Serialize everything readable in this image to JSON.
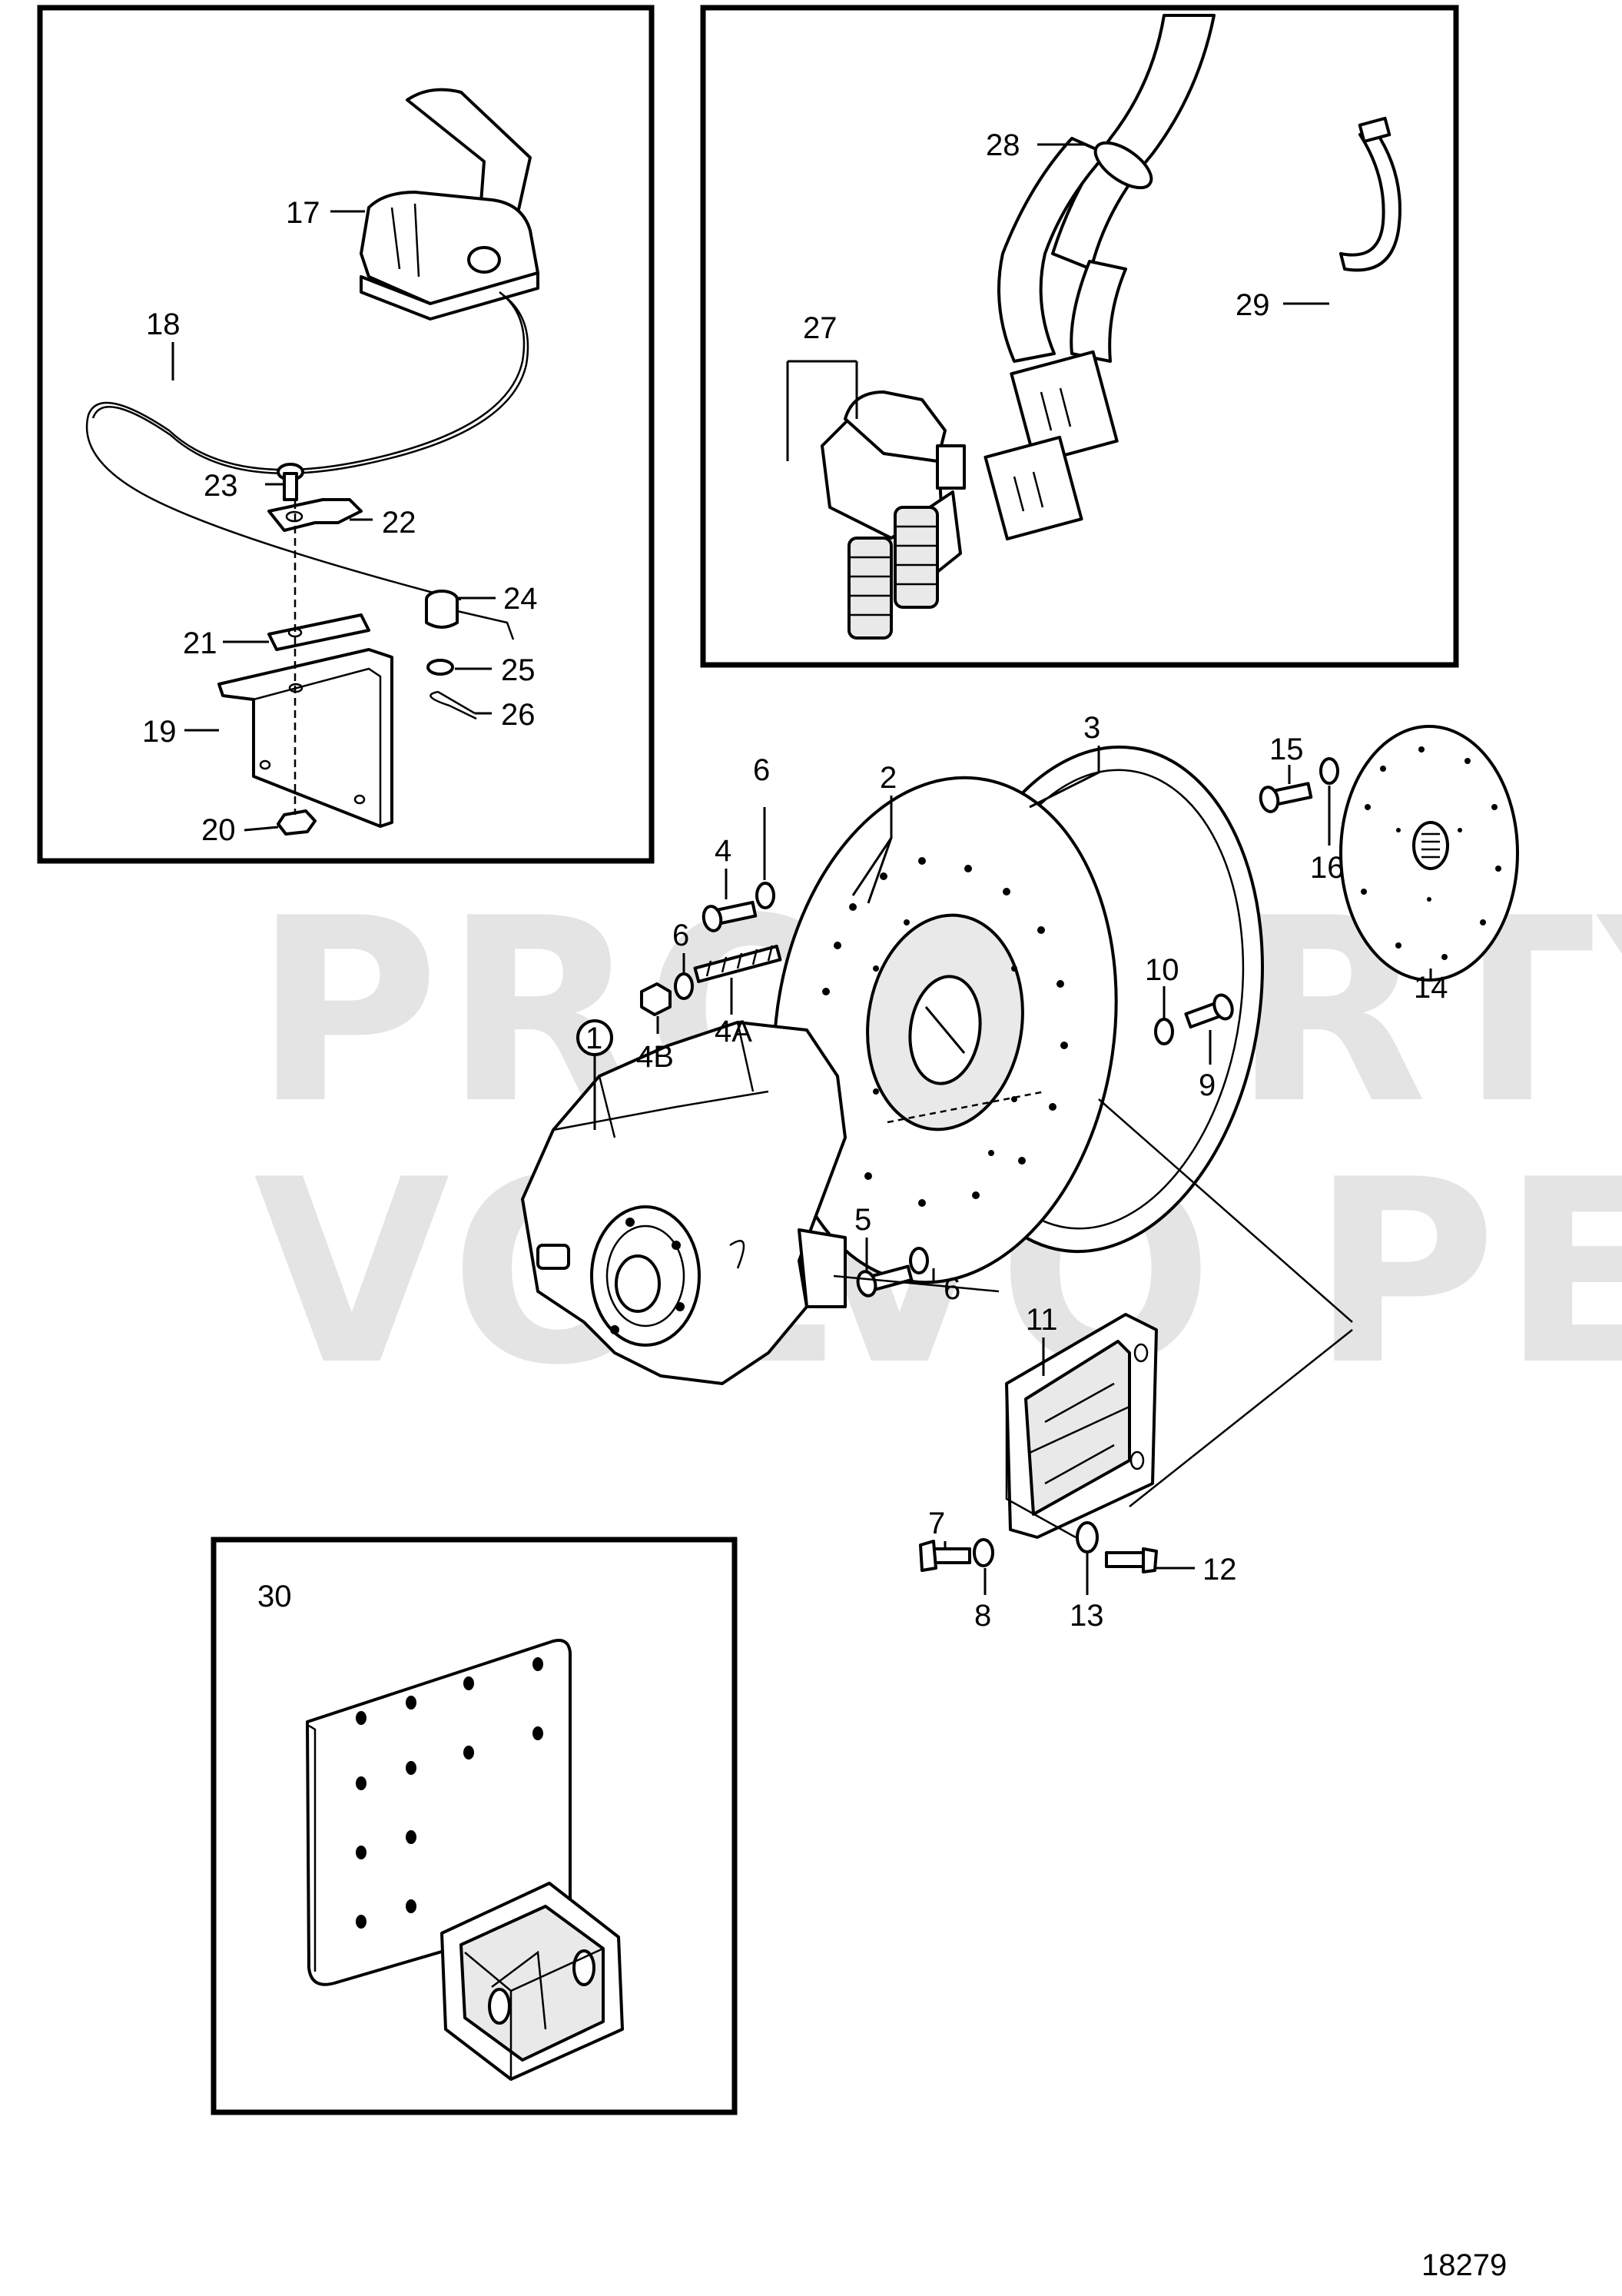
{
  "watermark": {
    "line1": "PROPERTY OF",
    "line2": "VOLVO PENTA"
  },
  "drawing_number": "18279",
  "callouts": {
    "c1": "1",
    "c2": "2",
    "c3": "3",
    "c4": "4",
    "c4a": "4A",
    "c4b": "4B",
    "c5": "5",
    "c6a": "6",
    "c6b": "6",
    "c6c": "6",
    "c7": "7",
    "c8": "8",
    "c9": "9",
    "c10": "10",
    "c11": "11",
    "c12": "12",
    "c13": "13",
    "c14": "14",
    "c15": "15",
    "c16": "16",
    "c17": "17",
    "c18": "18",
    "c19": "19",
    "c20": "20",
    "c21": "21",
    "c22": "22",
    "c23": "23",
    "c24": "24",
    "c25": "25",
    "c26": "26",
    "c27": "27",
    "c28": "28",
    "c29": "29",
    "c30": "30"
  }
}
